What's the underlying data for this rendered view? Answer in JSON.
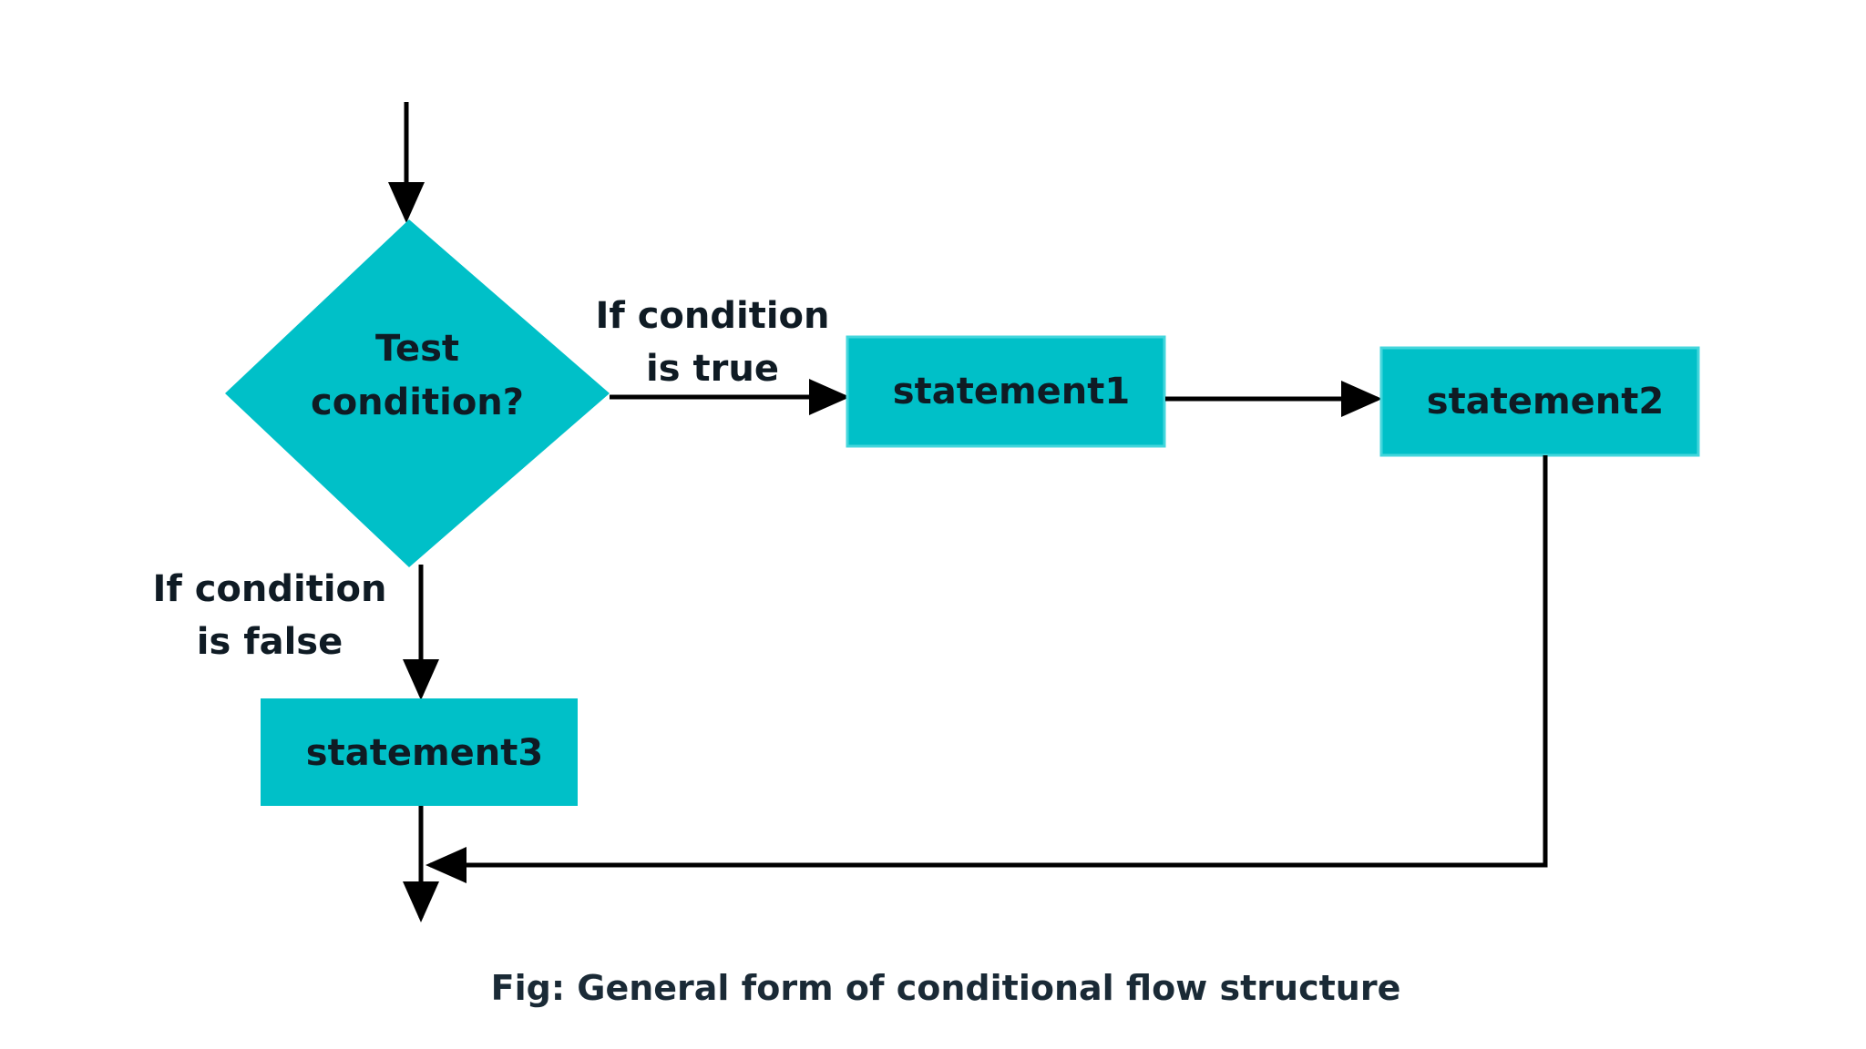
{
  "colors": {
    "node_fill": "#00C0C8",
    "node_stroke": "#44d6dc",
    "arrow": "#000000",
    "text": "#0f1b24"
  },
  "diagram": {
    "decision": {
      "line1": "Test",
      "line2": "condition?"
    },
    "statement1": "statement1",
    "statement2": "statement2",
    "statement3": "statement3",
    "true_label": {
      "line1": "If condition",
      "line2": "is true"
    },
    "false_label": {
      "line1": "If condition",
      "line2": "is false"
    }
  },
  "caption": "Fig: General form of conditional flow structure"
}
